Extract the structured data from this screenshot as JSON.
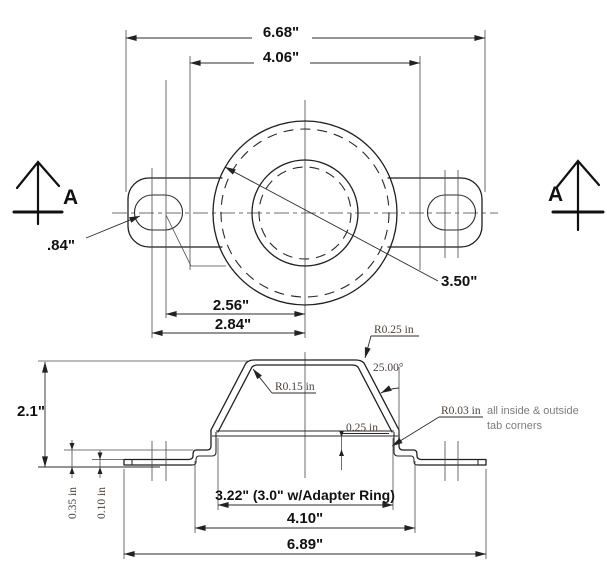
{
  "drawing": {
    "section_marker_left": "A",
    "section_marker_right": "A"
  },
  "top_view": {
    "dims": {
      "overall_width": "6.68\"",
      "hole_spacing": "4.06\"",
      "slot_size": ".84\"",
      "outer_diameter": "3.50\"",
      "center_to_slot_near": "2.56\"",
      "center_to_slot_far": "2.84\""
    }
  },
  "side_view": {
    "dims": {
      "height": "2.1\"",
      "top_inner_radius": "R0.15 in",
      "top_outer_radius": "R0.25 in",
      "wall_angle": "25.00°",
      "step": "0.25 in",
      "tab_corner_radius": "R0.03 in",
      "flange_height": "0.35 in",
      "tab_height": "0.10 in",
      "base_opening": "3.22\" (3.0\" w/Adapter Ring)",
      "base_width": "4.10\"",
      "overall_width": "6.89\""
    },
    "notes": {
      "tab_note_line1": "all inside & outside",
      "tab_note_line2": "tab corners"
    }
  }
}
